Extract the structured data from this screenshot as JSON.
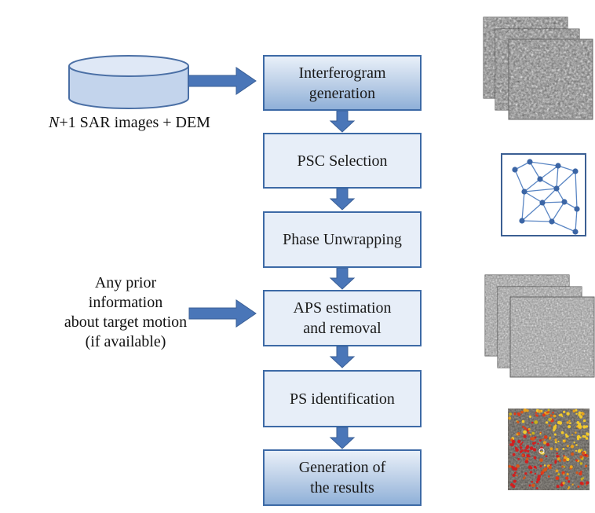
{
  "steps": [
    {
      "line1": "Interferogram",
      "line2": "generation"
    },
    {
      "line1": "PSC Selection",
      "line2": ""
    },
    {
      "line1": "Phase Unwrapping",
      "line2": ""
    },
    {
      "line1": "APS estimation",
      "line2": "and removal"
    },
    {
      "line1": "PS identification",
      "line2": ""
    },
    {
      "line1": "Generation of",
      "line2": "the results"
    }
  ],
  "inputs": {
    "sar_italic": "N",
    "sar_rest": "+1 SAR images + DEM",
    "prior": [
      "Any prior",
      "information",
      "about target motion",
      "(if available)"
    ]
  },
  "thumbnails": {
    "interferograms": "grayscale-image-stack-icon",
    "network": "network-graph-icon",
    "aps": "grayscale-image-stack-icon",
    "results": "ps-map-icon"
  },
  "colors": {
    "box_border": "#3d6aa6",
    "arrow": "#4a76b8",
    "node": "#3b65a5"
  }
}
